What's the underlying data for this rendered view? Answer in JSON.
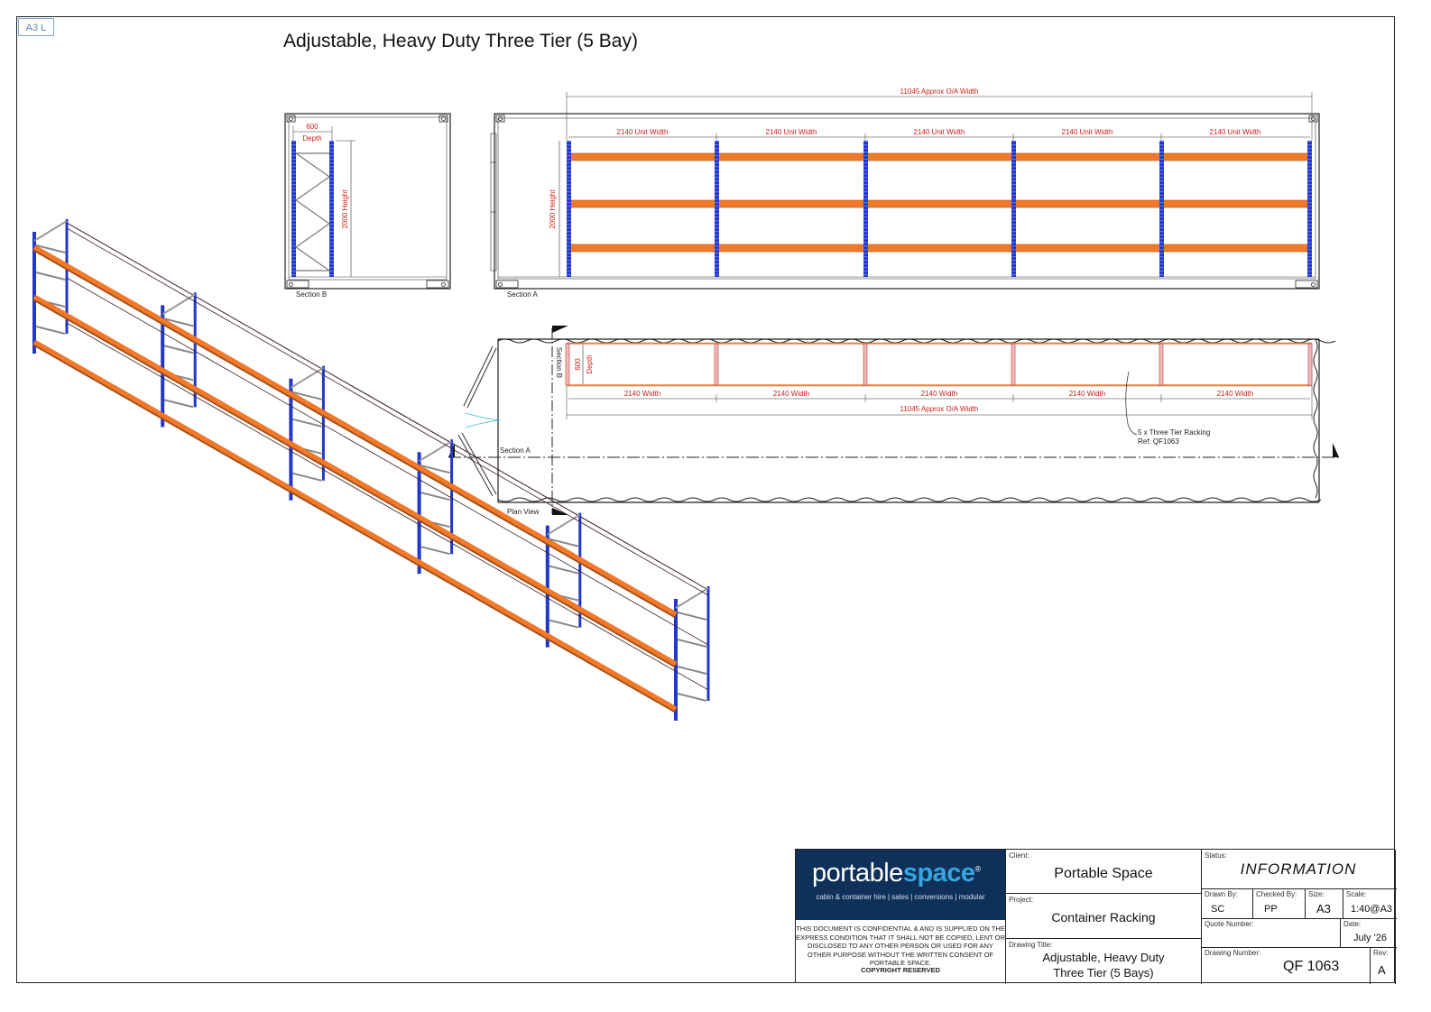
{
  "sheet_tag": "A3 L",
  "title": "Adjustable, Heavy Duty Three Tier (5 Bay)",
  "section_b": {
    "depth_value": "600",
    "depth_label": "Depth",
    "height_label": "2000 Height",
    "caption": "Section B"
  },
  "section_a": {
    "overall_width": "11045 Approx O/A Width",
    "unit_widths": [
      "2140 Unit Width",
      "2140 Unit Width",
      "2140 Unit Width",
      "2140 Unit Width",
      "2140 Unit Width"
    ],
    "height_label": "2000 Height",
    "caption": "Section A"
  },
  "plan_view": {
    "section_b_marker": "Section B",
    "depth_value": "600",
    "depth_label": "Depth",
    "widths": [
      "2140 Width",
      "2140 Width",
      "2140 Width",
      "2140 Width",
      "2140 Width"
    ],
    "overall_width": "11045 Approx O/A Width",
    "note_line1": "5 x Three Tier Racking",
    "note_line2": "Ref: QF1063",
    "section_a_marker": "Section A",
    "caption": "Plan View"
  },
  "colors": {
    "upright": "#2337c9",
    "beam": "#f07a2a",
    "dimension": "#d0201a",
    "logo_bg": "#0f3159",
    "logo_accent": "#35a6e0"
  },
  "title_block": {
    "logo_word1": "portable",
    "logo_word2": "space",
    "logo_mark": "®",
    "logo_tagline": "cabin & container hire | sales | conversions | modular",
    "confidential": "THIS DOCUMENT IS CONFIDENTIAL & AND IS SUPPLIED ON THE EXPRESS CONDITION THAT IT SHALL NOT BE COPIED, LENT OR DISCLOSED TO ANY OTHER PERSON OR USED FOR ANY OTHER PURPOSE WITHOUT THE WRITTEN CONSENT OF PORTABLE SPACE.",
    "copyright": "COPYRIGHT RESERVED",
    "client_label": "Client:",
    "client": "Portable Space",
    "project_label": "Project:",
    "project": "Container Racking",
    "drawing_title_label": "Drawing Title:",
    "drawing_title_line1": "Adjustable, Heavy Duty",
    "drawing_title_line2": "Three Tier (5 Bays)",
    "status_label": "Status:",
    "status": "INFORMATION",
    "drawn_by_label": "Drawn By:",
    "drawn_by": "SC",
    "checked_by_label": "Checked By:",
    "checked_by": "PP",
    "size_label": "Size:",
    "size": "A3",
    "scale_label": "Scale:",
    "scale": "1:40@A3",
    "quote_number_label": "Quote Number:",
    "quote_number": "",
    "date_label": "Date:",
    "date": "July '26",
    "drawing_number_label": "Drawing Number:",
    "drawing_number": "QF 1063",
    "rev_label": "Rev:",
    "rev": "A"
  }
}
